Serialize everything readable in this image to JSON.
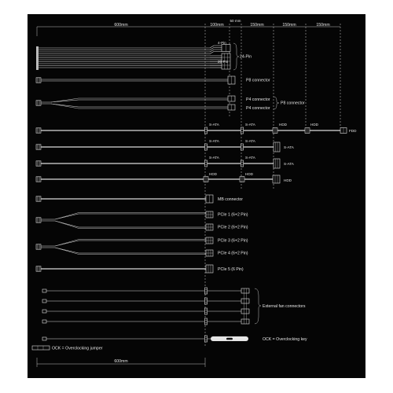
{
  "dimensions": {
    "d1": "600mm",
    "d2": "100mm",
    "d3": "50 mm",
    "d4": "150mm",
    "d5": "150mm",
    "d6": "150mm",
    "bottom": "600mm"
  },
  "labels": {
    "pin4": "4-Pin",
    "pin20": "20-Pin",
    "pin24": "24-Pin",
    "p8": "P8 connector",
    "p4a": "P4 connector",
    "p4b": "P4 connector",
    "p8b": "P8 connector",
    "fdd": "FDD",
    "mb": "MB connector",
    "pcie1": "PCIe 1 (6+2 Pin)",
    "pcie2": "PCIe 2 (6+2 Pin)",
    "pcie3": "PCIe 3 (6+2 Pin)",
    "pcie4": "PCIe 4 (6+2 Pin)",
    "pcie5": "PCIe 5 (6 Pin)",
    "ext_fan": "External fan connectors",
    "ock_key": "OCK = Overclocking key",
    "ock_jumper": "OCK = Overclocking jumper"
  },
  "rows": {
    "r1": [
      "S-ATA",
      "S-ATA",
      "HDD",
      "HDD"
    ],
    "r2": [
      "S-ATA",
      "S-ATA",
      "S-ATA"
    ],
    "r3": [
      "S-ATA",
      "S-ATA",
      "S-ATA"
    ],
    "r4": [
      "HDD",
      "HDD",
      "HDD"
    ]
  }
}
